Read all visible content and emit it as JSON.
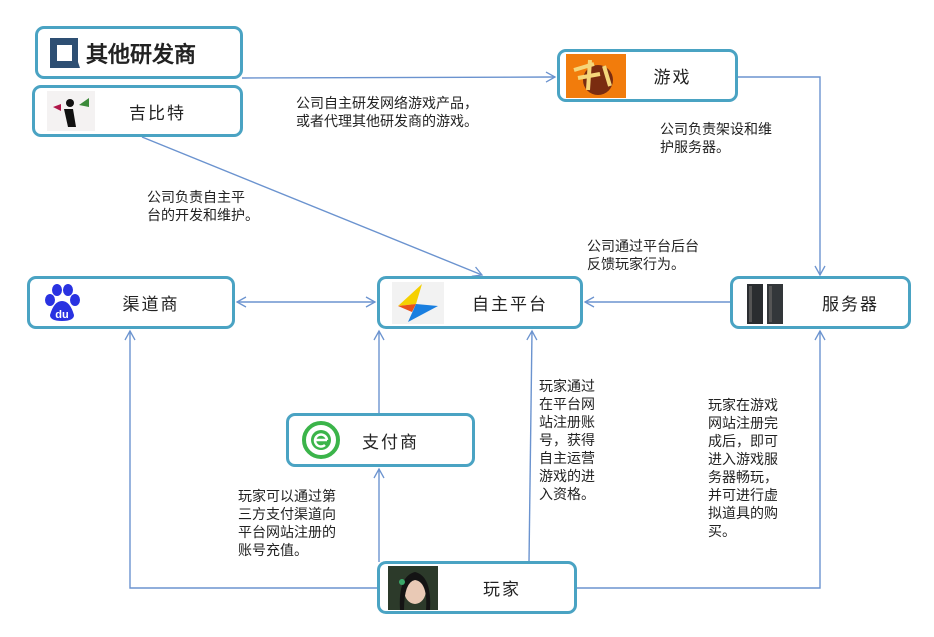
{
  "nodes": {
    "developer": {
      "label": "其他研发商"
    },
    "gbits": {
      "label": "吉比特"
    },
    "game": {
      "label": "游戏"
    },
    "channel": {
      "label": "渠道商"
    },
    "platform": {
      "label": "自主平台"
    },
    "server": {
      "label": "服务器"
    },
    "payment": {
      "label": "支付商"
    },
    "player": {
      "label": "玩家"
    }
  },
  "notes": {
    "develop_games": [
      "公司自主研发网络游戏产品，",
      "或者代理其他研发商的游戏。"
    ],
    "build_servers": [
      "公司负责架设和维",
      "护服务器。"
    ],
    "platform_dev": [
      "公司负责自主平",
      "台的开发和维护。"
    ],
    "feedback": [
      "公司通过平台后台",
      "反馈玩家行为。"
    ],
    "register": [
      "玩家通过",
      "在平台网",
      "站注册账",
      "号，获得",
      "自主运营",
      "游戏的进",
      "入资格。"
    ],
    "play": [
      "玩家在游戏",
      "网站注册完",
      "成后，即可",
      "进入游戏服",
      "务器畅玩，",
      "并可进行虚",
      "拟道具的购",
      "买。"
    ],
    "recharge": [
      "玩家可以通过第",
      "三方支付渠道向",
      "平台网站注册的",
      "账号充值。"
    ]
  },
  "colors": {
    "border": "#4aa3c3",
    "line": "#6b93cf"
  }
}
